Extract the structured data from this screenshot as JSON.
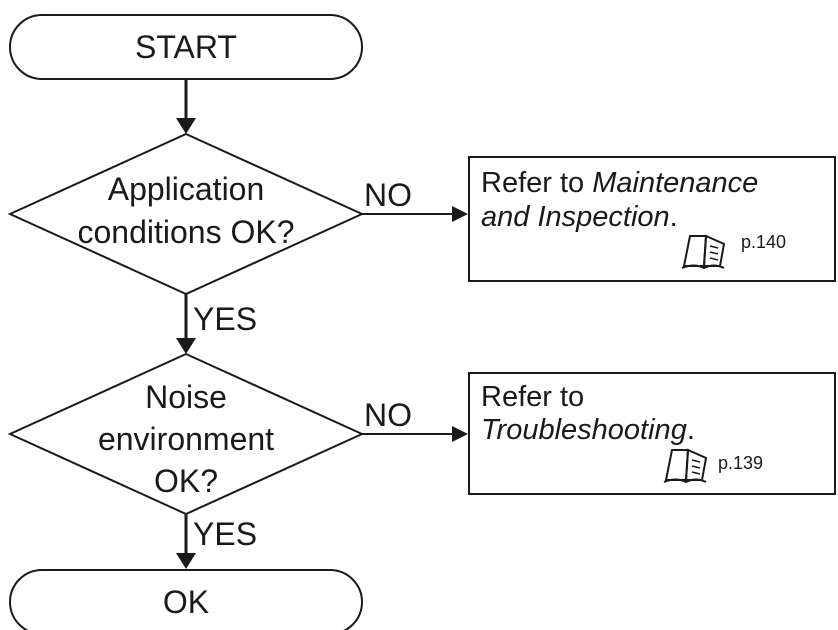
{
  "diagram": {
    "start_label": "START",
    "end_label": "OK",
    "decision_1": {
      "lines": [
        "Application",
        "conditions OK?"
      ],
      "no_label": "NO",
      "yes_label": "YES"
    },
    "decision_2": {
      "lines": [
        "Noise",
        "environment",
        "OK?"
      ],
      "no_label": "NO",
      "yes_label": "YES"
    },
    "ref_1": {
      "prefix": "Refer to ",
      "italic_1": "Maintenance",
      "italic_2": "and Inspection",
      "suffix": ".",
      "page": "p.140",
      "icon": "manual-book-icon"
    },
    "ref_2": {
      "prefix": "Refer to",
      "italic": "Troubleshooting",
      "suffix": ".",
      "page": "p.139",
      "icon": "manual-book-icon"
    }
  }
}
